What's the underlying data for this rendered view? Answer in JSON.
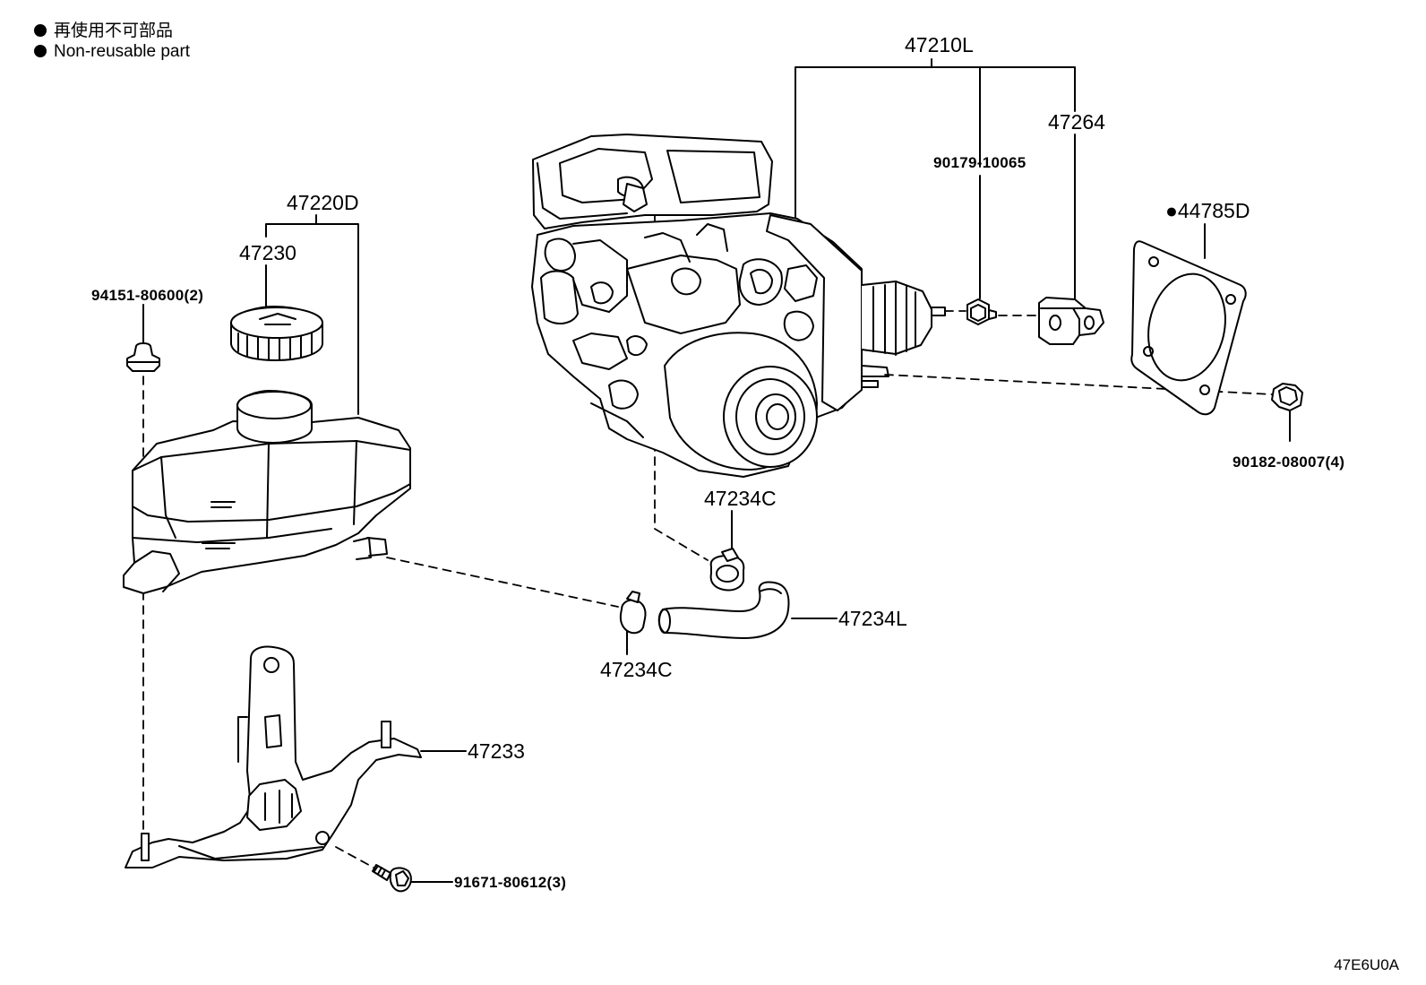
{
  "legend": {
    "line_jp": "再使用不可部品",
    "line_en": "Non-reusable part",
    "marker_icon": "filled-circle-icon"
  },
  "parts": {
    "p47210L": "47210L",
    "p47264": "47264",
    "p90179": "90179-10065",
    "p44785D": "●44785D",
    "p90182": "90182-08007(4)",
    "p47220D": "47220D",
    "p47230": "47230",
    "p94151": "94151-80600(2)",
    "p47234C_top": "47234C",
    "p47234C_bot": "47234C",
    "p47234L": "47234L",
    "p47233": "47233",
    "p91671": "91671-80612(3)"
  },
  "illustration_code": "47E6U0A"
}
